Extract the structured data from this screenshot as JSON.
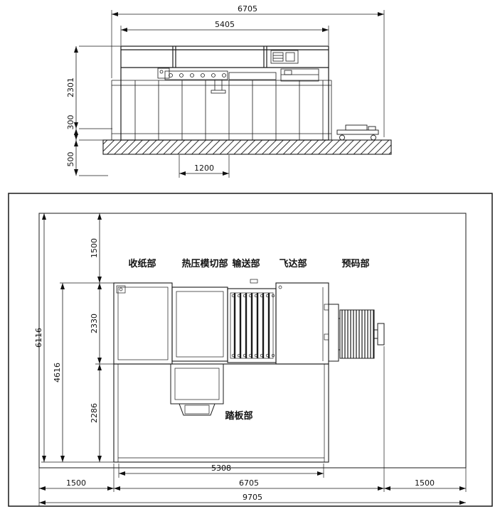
{
  "side_view": {
    "dim_total_length": "6705",
    "dim_body_length": "5405",
    "dim_height": "2301",
    "dim_base_height": "300",
    "dim_foundation_depth": "500",
    "dim_pit_offset": "1200"
  },
  "plan_view": {
    "labels": {
      "delivery": "收纸部",
      "die_cutting": "热压模切部",
      "conveyor": "输送部",
      "feeder": "飞达部",
      "prestack": "预码部",
      "pedal": "踏板部"
    },
    "dims": {
      "top_clearance": "1500",
      "upper_depth": "2330",
      "lower_depth": "2286",
      "machine_depth": "4616",
      "total_depth": "6116",
      "base_length": "5308",
      "machine_length": "6705",
      "left_clearance": "1500",
      "right_clearance": "1500",
      "total_length": "9705"
    }
  }
}
